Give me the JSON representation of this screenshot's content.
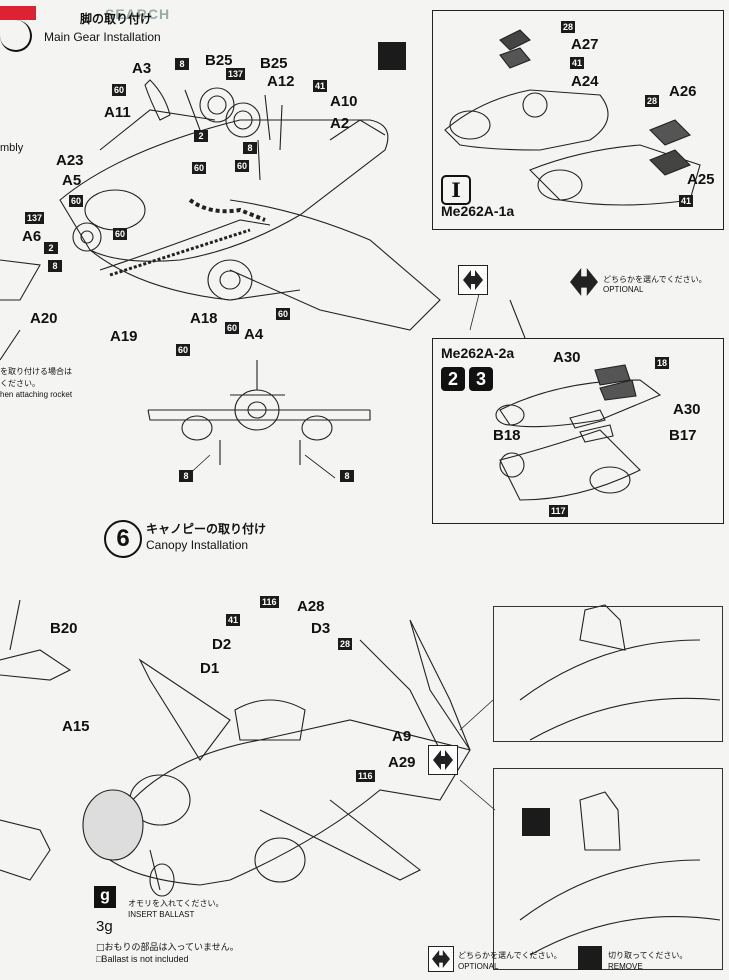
{
  "header": {
    "watermark": "SEARCH"
  },
  "step5": {
    "title_jp": "脚の取り付け",
    "title_en": "Main Gear Installation",
    "fragment_left": "mbly"
  },
  "main_gear_labels": {
    "a3": "A3",
    "b25_left": "B25",
    "b25_right": "B25",
    "a12": "A12",
    "a10": "A10",
    "a2": "A2",
    "a11": "A11",
    "a23": "A23",
    "a5": "A5",
    "a6": "A6",
    "a20": "A20",
    "a19": "A19",
    "a18": "A18",
    "a4": "A4"
  },
  "main_gear_nums": {
    "n8_top": "8",
    "n137_top": "137",
    "n41_top": "41",
    "n60_a": "60",
    "n2_a": "2",
    "n60_b": "60",
    "n60_c": "60",
    "n8_mid": "8",
    "n60_d": "60",
    "n137_left": "137",
    "n2_left": "2",
    "n60_left": "60",
    "n8_left": "8",
    "n60_bottom_a": "60",
    "n60_bottom_b": "60",
    "n60_bottom_c": "60",
    "n8_front_left": "8",
    "n8_front_right": "8"
  },
  "rocket_note": {
    "line1": "を取り付ける場合は",
    "line2": "ください。",
    "line3": "hen attaching rocket"
  },
  "panel_a1a": {
    "numeral": "Ⅰ",
    "variant": "Me262A-1a",
    "labels": {
      "a27": "A27",
      "a24": "A24",
      "a26": "A26",
      "a25": "A25"
    },
    "nums": {
      "n28_top": "28",
      "n41_top": "41",
      "n28_right": "28",
      "n41_right": "41"
    }
  },
  "optional_mid": {
    "jp": "どちらかを選んでください。",
    "en": "OPTIONAL"
  },
  "panel_a2a": {
    "variant": "Me262A-2a",
    "numerals": [
      "2",
      "3"
    ],
    "labels": {
      "a30_top": "A30",
      "a30_right": "A30",
      "b18": "B18",
      "b17": "B17"
    },
    "nums": {
      "n18": "18",
      "n117": "117"
    }
  },
  "step6": {
    "number": "6",
    "title_jp": "キャノピーの取り付け",
    "title_en": "Canopy Installation"
  },
  "canopy_labels": {
    "b20": "B20",
    "a28": "A28",
    "d2": "D2",
    "d3": "D3",
    "d1": "D1",
    "a9": "A9",
    "a15": "A15",
    "a29": "A29"
  },
  "canopy_nums": {
    "n116_top": "116",
    "n41": "41",
    "n28": "28",
    "n116_body": "116"
  },
  "ballast": {
    "icon": "g",
    "jp": "オモリを入れてください。",
    "en": "INSERT BALLAST",
    "weight": "3g",
    "note_jp": "□おもりの部品は入っていません。",
    "note_en": "□Ballast is not included"
  },
  "footer": {
    "optional_jp": "どちらかを選んでください。",
    "optional_en": "OPTIONAL",
    "remove_jp": "切り取ってください。",
    "remove_en": "REMOVE"
  }
}
